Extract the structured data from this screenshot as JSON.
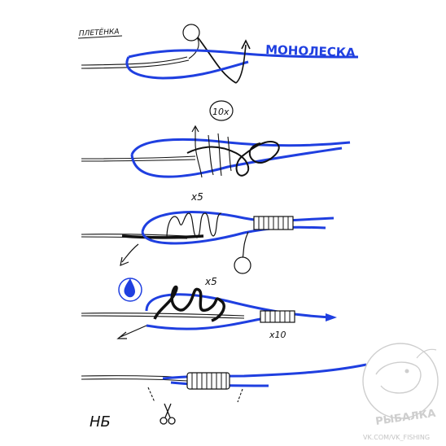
{
  "labels": {
    "braid": "ПЛЕТЁНКА",
    "mono": "МОНОЛЕСКА",
    "step2_count": "10x",
    "step3_count": "x5",
    "step4_count": "x5",
    "step4_tail_count": "x10",
    "signature": "НБ"
  },
  "watermark": {
    "brand": "РЫБАЛКА",
    "url": "VK.COM/VK_FISHING"
  },
  "colors": {
    "mono": "#1f3fe0",
    "braid": "#111111",
    "background": "#ffffff",
    "drop": "#1f3fe0",
    "watermark": "#c9c9c9"
  },
  "icons": [
    "loop-icon",
    "arrow-icon",
    "drop-icon",
    "scissors-icon",
    "fish-watermark-icon"
  ]
}
